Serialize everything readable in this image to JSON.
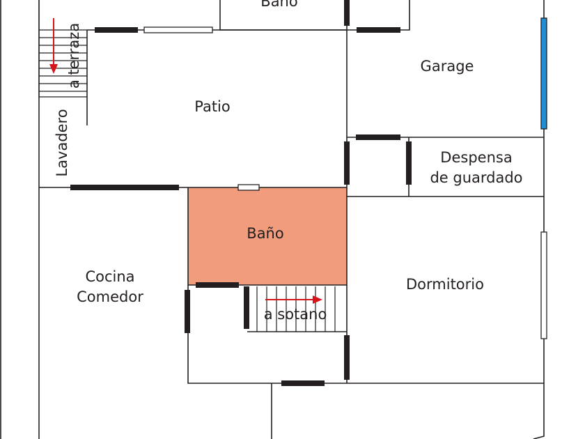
{
  "rooms": {
    "bano_top": "Baño",
    "garage": "Garage",
    "patio": "Patio",
    "lavadero": "Lavadero",
    "despensa_line1": "Despensa",
    "despensa_line2": "de guardado",
    "bano_center": "Baño",
    "cocina_line1": "Cocina",
    "cocina_line2": "Comedor",
    "dormitorio": "Dormitorio"
  },
  "stairs": {
    "terraza": "a terraza",
    "sotano": "a sotano"
  },
  "colors": {
    "wall": "#231f20",
    "highlight_room": "#f29c7e",
    "garage_window": "#1e8fd6",
    "arrow": "#d7141a"
  }
}
